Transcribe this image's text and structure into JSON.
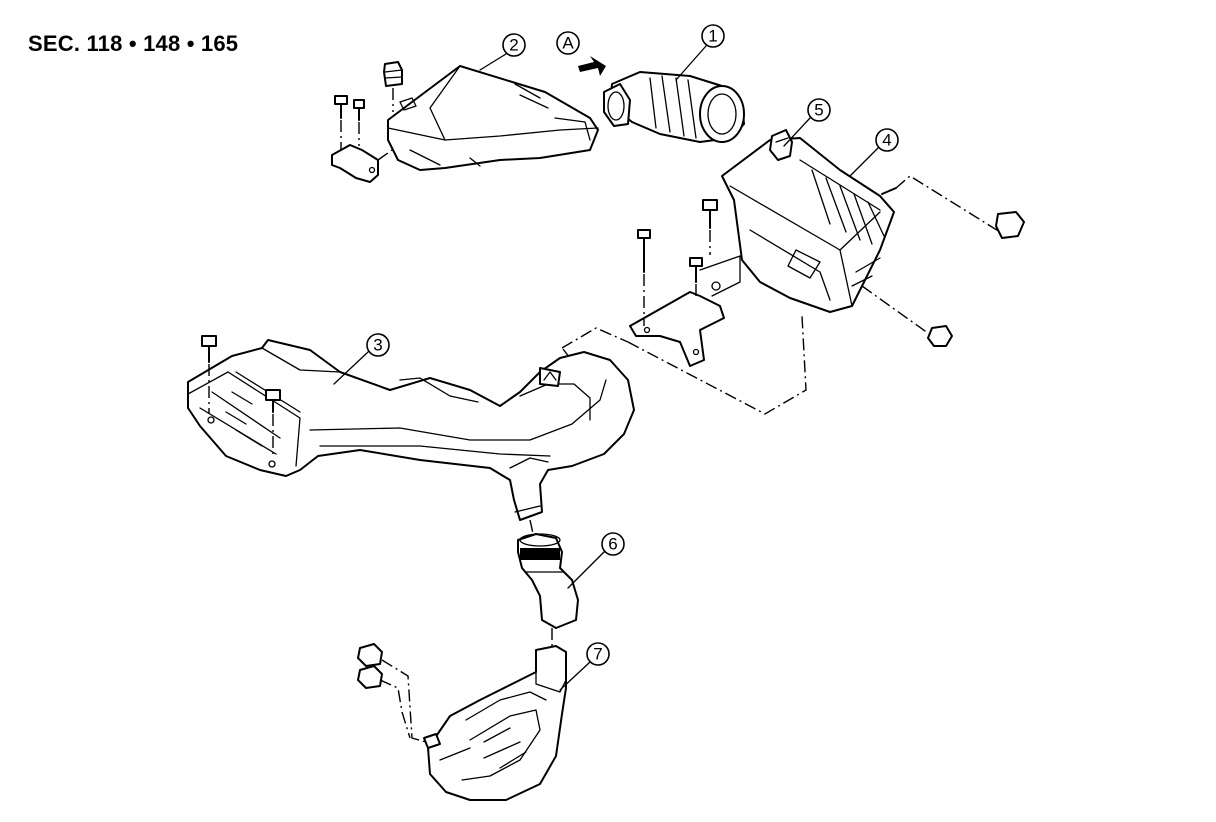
{
  "section_label": "SEC. 118 • 148 • 165",
  "view_marker": {
    "label": "A"
  },
  "callouts": [
    {
      "id": "callout-1",
      "label": "1"
    },
    {
      "id": "callout-2",
      "label": "2"
    },
    {
      "id": "callout-3",
      "label": "3"
    },
    {
      "id": "callout-4",
      "label": "4"
    },
    {
      "id": "callout-5",
      "label": "5"
    },
    {
      "id": "callout-6",
      "label": "6"
    },
    {
      "id": "callout-7",
      "label": "7"
    }
  ]
}
